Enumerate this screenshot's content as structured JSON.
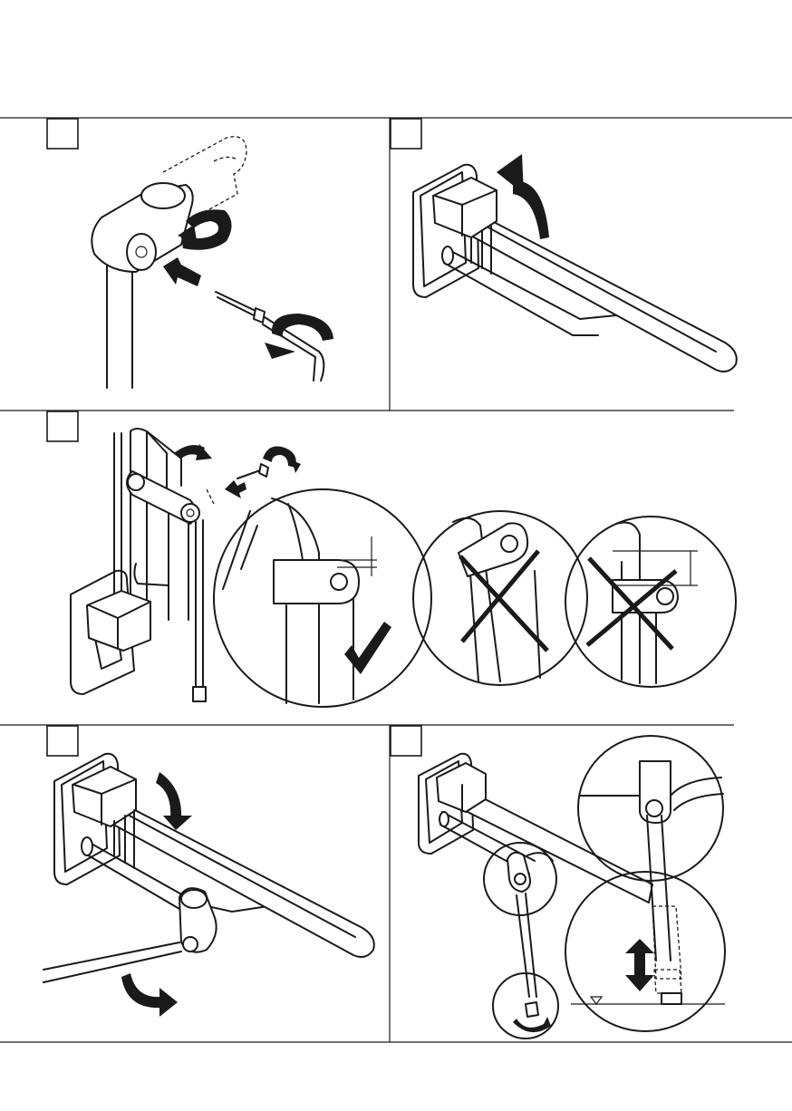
{
  "document": {
    "type": "assembly-instructions",
    "panels": [
      {
        "step_label": "",
        "icon": "clamp-screw-removal"
      },
      {
        "step_label": "",
        "icon": "fold-up-grab-bar"
      },
      {
        "step_label": "",
        "icon": "leg-alignment-check"
      },
      {
        "step_label": "",
        "icon": "fold-down-grab-bar"
      },
      {
        "step_label": "",
        "icon": "leg-height-adjustment"
      }
    ],
    "colors": {
      "line": "#1a1a1a",
      "background": "#ffffff"
    }
  }
}
